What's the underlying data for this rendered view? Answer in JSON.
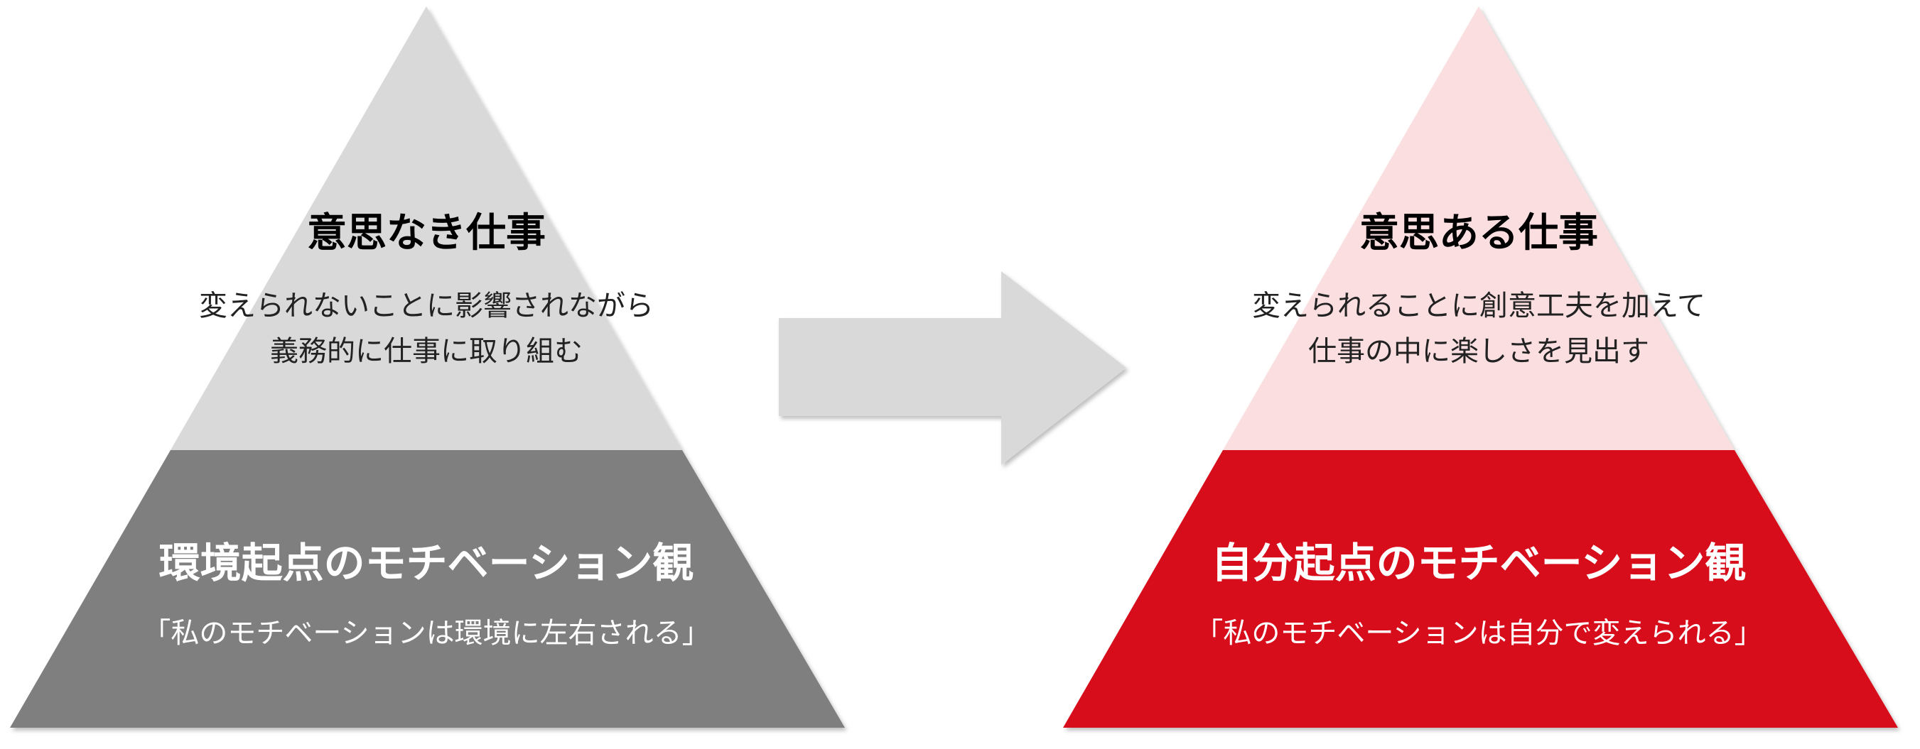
{
  "colors": {
    "left_top": "#d9d9d9",
    "left_bottom": "#7f7f7f",
    "arrow": "#d9d9d9",
    "right_top": "#fbdfe0",
    "right_bottom": "#d7101a"
  },
  "left": {
    "title": "意思なき仕事",
    "desc_line1": "変えられないことに影響されながら",
    "desc_line2": "義務的に仕事に取り組む",
    "base_title": "環境起点のモチベーション観",
    "base_quote": "「私のモチベーションは環境に左右される」"
  },
  "right": {
    "title": "意思ある仕事",
    "desc_line1": "変えられることに創意工夫を加えて",
    "desc_line2": "仕事の中に楽しさを見出す",
    "base_title": "自分起点のモチベーション観",
    "base_quote": "「私のモチベーションは自分で変えられる」"
  },
  "arrow_icon": "right-arrow-icon"
}
